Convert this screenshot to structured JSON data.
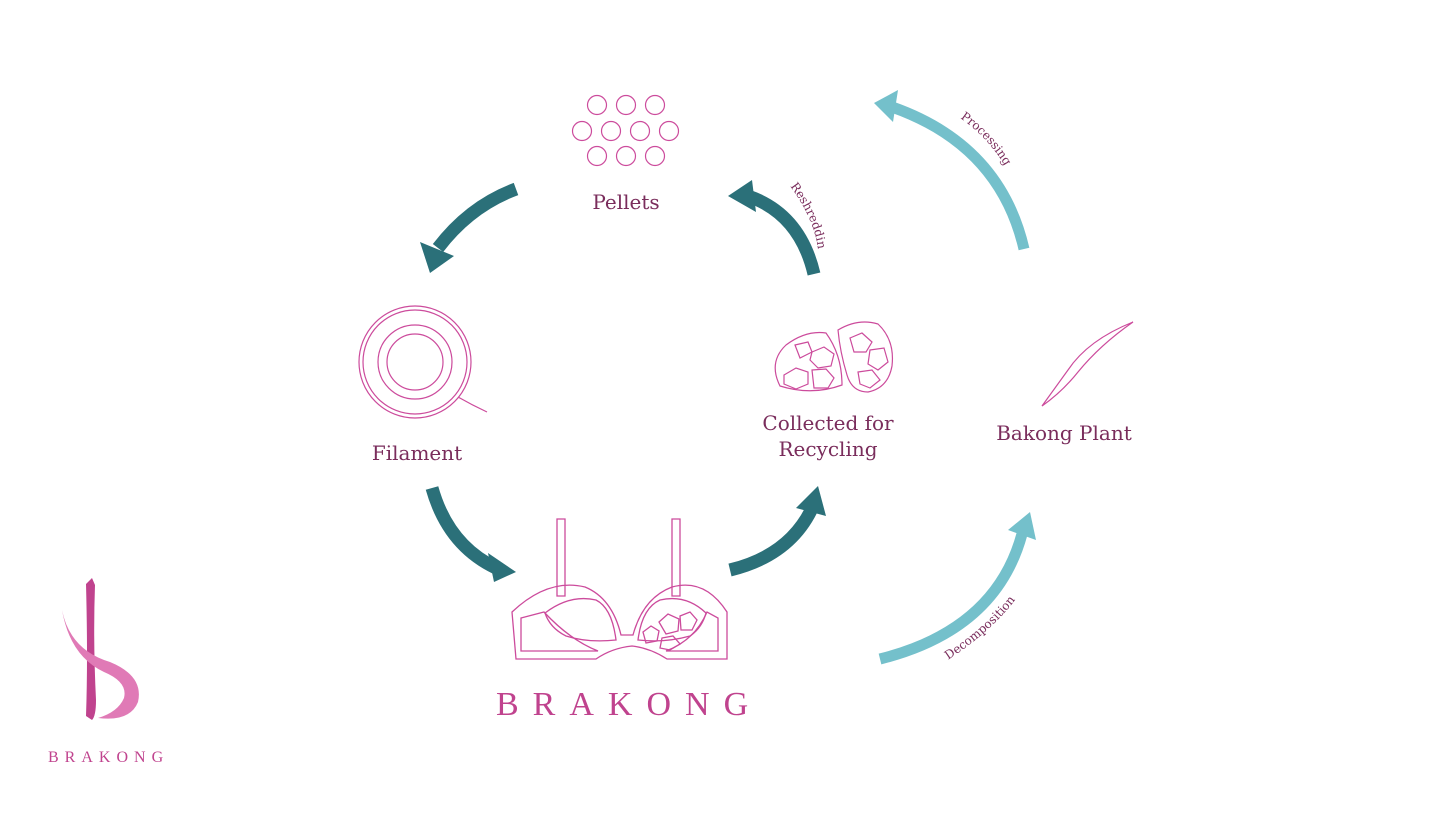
{
  "nodes": {
    "pellets": "Pellets",
    "filament": "Filament",
    "collected_line1": "Collected for",
    "collected_line2": "Recycling",
    "bakong_plant": "Bakong Plant"
  },
  "arrows": {
    "reshredding": "Reshredding",
    "processing": "Processing",
    "decomposition": "Decomposition"
  },
  "brand": {
    "center_wordmark": "BRAKONG",
    "logo_wordmark": "BRAKONG"
  },
  "colors": {
    "dark_teal": "#2b7079",
    "light_teal": "#74c0cb",
    "magenta": "#cc4b9c",
    "text": "#7a2d5c"
  }
}
